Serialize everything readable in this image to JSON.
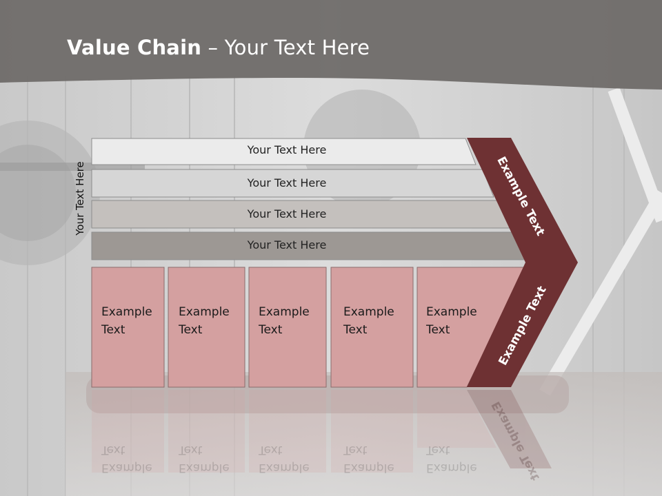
{
  "title": {
    "bold": "Value Chain",
    "rest": " – Your Text Here"
  },
  "side_label": "Your Text Here",
  "rows": [
    {
      "label": "Your Text Here",
      "fill": "#ebebeb"
    },
    {
      "label": "Your Text Here",
      "fill": "#d6d6d6"
    },
    {
      "label": "Your Text Here",
      "fill": "#c4c0bd"
    },
    {
      "label": "Your Text Here",
      "fill": "#9d9894"
    }
  ],
  "boxes": [
    {
      "line1": "Example",
      "line2": "Text"
    },
    {
      "line1": "Example",
      "line2": "Text"
    },
    {
      "line1": "Example",
      "line2": "Text"
    },
    {
      "line1": "Example",
      "line2": "Text"
    },
    {
      "line1": "Example",
      "line2": "Text"
    }
  ],
  "chevron": {
    "upper_label": "Example Text",
    "lower_label": "Example Text"
  },
  "colors": {
    "header": "#6f6c69",
    "box": "#d4a0a0",
    "chevron": "#6e3133"
  }
}
